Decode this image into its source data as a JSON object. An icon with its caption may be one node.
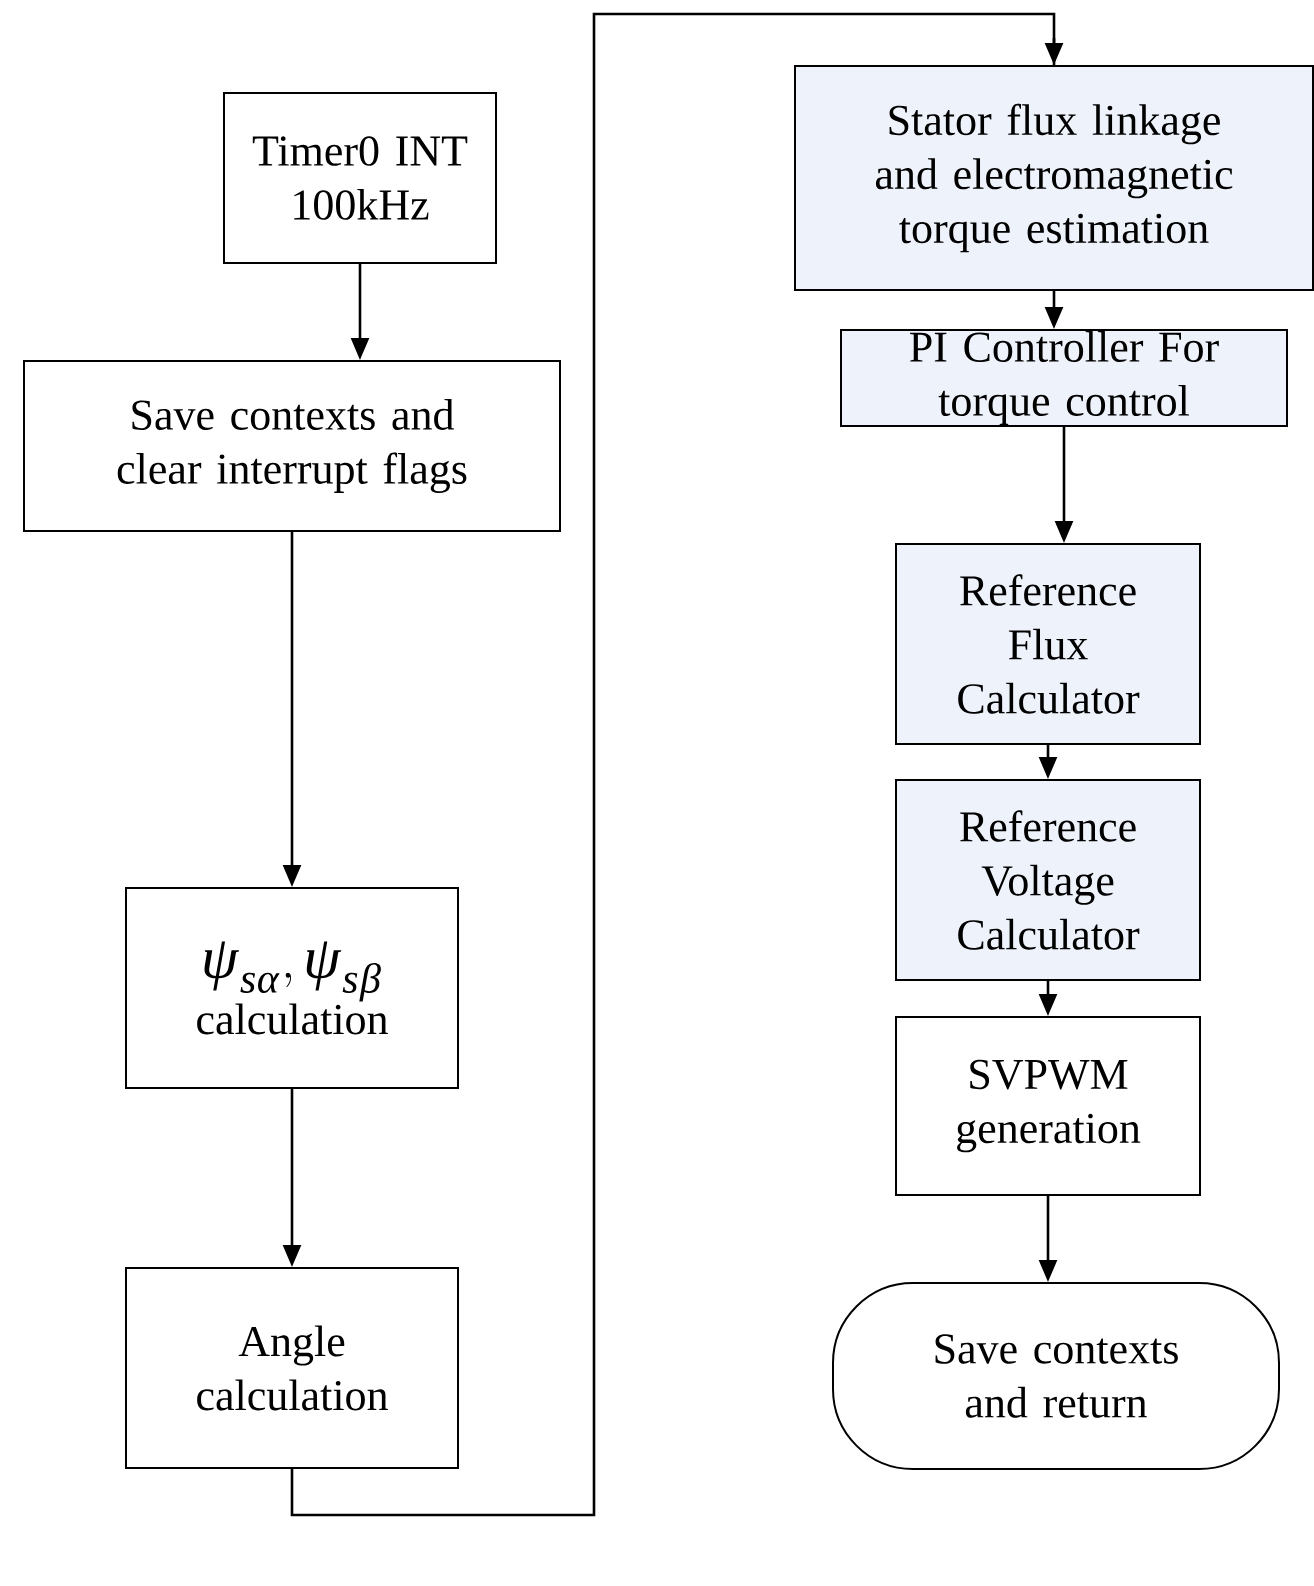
{
  "diagram": {
    "nodes": [
      {
        "text": [
          "Timer0 INT 100kHz"
        ]
      },
      {
        "text": [
          "Save contexts and clear interrupt flags"
        ]
      },
      {
        "text": [
          "\\psi_{s\\alpha},\\psi_{s\\beta}",
          "calculation"
        ]
      },
      {
        "text": [
          "Angle calculation"
        ]
      },
      {
        "text": [
          "Stator flux linkage and electromagnetic torque estimation"
        ]
      },
      {
        "text": [
          "PI Controller For torque control"
        ]
      },
      {
        "text": [
          "Reference Flux Calculator"
        ]
      },
      {
        "text": [
          "Reference Voltage Calculator"
        ]
      },
      {
        "text": [
          "SVPWM generation"
        ]
      },
      {
        "text": [
          "Save contexts and return"
        ]
      }
    ],
    "edges": [
      {
        "from": 0,
        "to": 1,
        "arrow": "to"
      },
      {
        "from": 1,
        "to": 2,
        "arrow": "to"
      },
      {
        "from": 2,
        "to": 3,
        "arrow": "to"
      },
      {
        "from": 3,
        "to": 4,
        "arrow": "to"
      },
      {
        "from": 4,
        "to": 5,
        "arrow": "to"
      },
      {
        "from": 5,
        "to": 6,
        "arrow": "to"
      },
      {
        "from": 6,
        "to": 7,
        "arrow": "to"
      },
      {
        "from": 7,
        "to": 8,
        "arrow": "to"
      },
      {
        "from": 8,
        "to": 9,
        "arrow": "to"
      }
    ]
  }
}
